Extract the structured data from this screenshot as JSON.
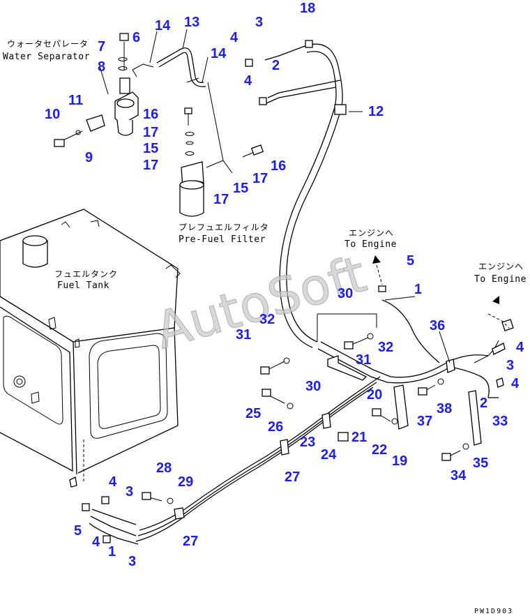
{
  "labels": {
    "water_separator_jp": "ウォータセパレータ",
    "water_separator_en": "Water Separator",
    "pre_fuel_filter_jp": "プレフュエルフィルタ",
    "pre_fuel_filter_en": "Pre-Fuel Filter",
    "fuel_tank_jp": "フュエルタンク",
    "fuel_tank_en": "Fuel Tank",
    "to_engine_jp": "エンジンへ",
    "to_engine_en": "To Engine"
  },
  "watermark": "AutoSoft",
  "drawing_code": "PW1D903",
  "callouts": [
    "18",
    "3",
    "4",
    "2",
    "4",
    "12",
    "7",
    "6",
    "14",
    "13",
    "14",
    "8",
    "11",
    "10",
    "9",
    "16",
    "17",
    "15",
    "17",
    "16",
    "17",
    "15",
    "17",
    "5",
    "1",
    "30",
    "32",
    "31",
    "32",
    "31",
    "30",
    "20",
    "36",
    "4",
    "3",
    "4",
    "2",
    "25",
    "26",
    "23",
    "21",
    "24",
    "22",
    "19",
    "37",
    "38",
    "33",
    "34",
    "35",
    "27",
    "28",
    "29",
    "4",
    "3",
    "5",
    "4",
    "1",
    "3",
    "27"
  ]
}
